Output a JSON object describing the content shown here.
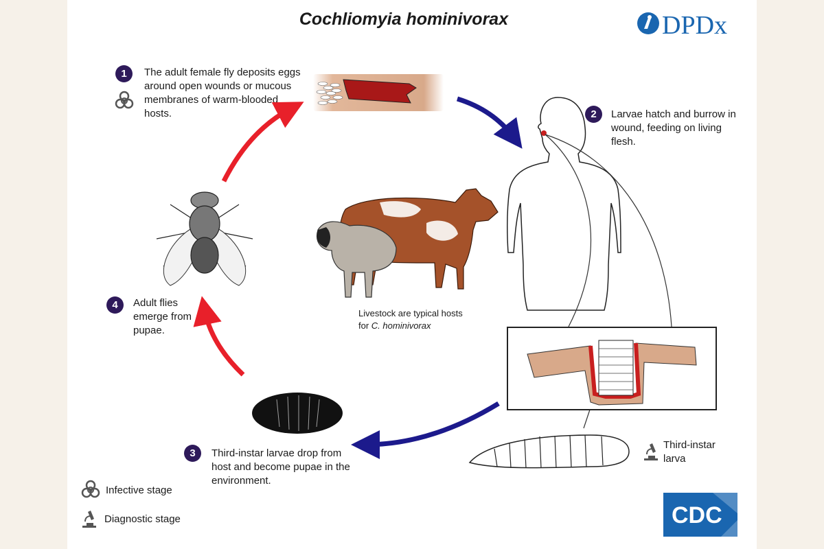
{
  "title": "Cochliomyia hominivorax",
  "logo_dpdx": "DPDx",
  "logo_cdc": "CDC",
  "steps": [
    {
      "num": "1",
      "text": "The adult female fly deposits eggs around open wounds or mucous membranes of warm-blooded hosts."
    },
    {
      "num": "2",
      "text": "Larvae hatch and burrow in wound, feeding on living flesh."
    },
    {
      "num": "3",
      "text": "Third-instar larvae drop from host and become pupae in the environment."
    },
    {
      "num": "4",
      "text": "Adult flies emerge from pupae."
    }
  ],
  "livestock_caption": {
    "line1": "Livestock are typical hosts",
    "line2_prefix": "for ",
    "line2_italic": "C. hominivorax"
  },
  "larva_label": {
    "line1": "Third-instar",
    "line2": "larva"
  },
  "legend": {
    "infective": "Infective stage",
    "diagnostic": "Diagnostic stage"
  },
  "colors": {
    "red_arrow": "#e8202a",
    "blue_arrow": "#1c1a8c",
    "step_badge": "#2e1a5a",
    "cdc_blue": "#1a66b0",
    "flesh": "#a81818",
    "cow_brown": "#a5522a",
    "skin": "#d8a98a"
  },
  "icons": [
    "biohazard-icon",
    "microscope-icon"
  ]
}
